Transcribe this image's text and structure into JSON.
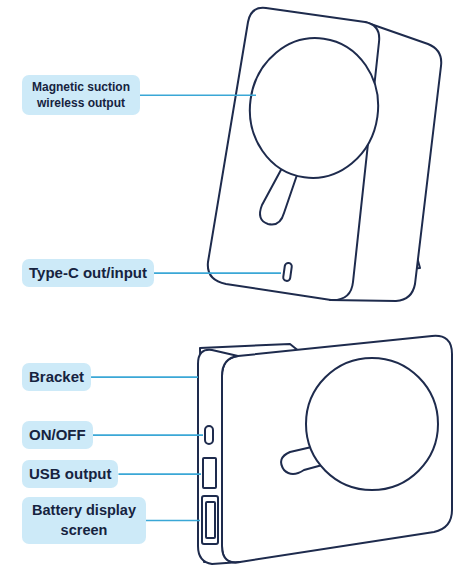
{
  "diagram": {
    "nodes": [
      {
        "text": [
          "Magnetic suction wireless output"
        ]
      },
      {
        "text": [
          "Type-C out/input"
        ]
      },
      {
        "text": [
          "Bracket"
        ]
      },
      {
        "text": [
          "ON/OFF"
        ]
      },
      {
        "text": [
          "USB output"
        ]
      },
      {
        "text": [
          "Battery display screen"
        ]
      }
    ]
  }
}
